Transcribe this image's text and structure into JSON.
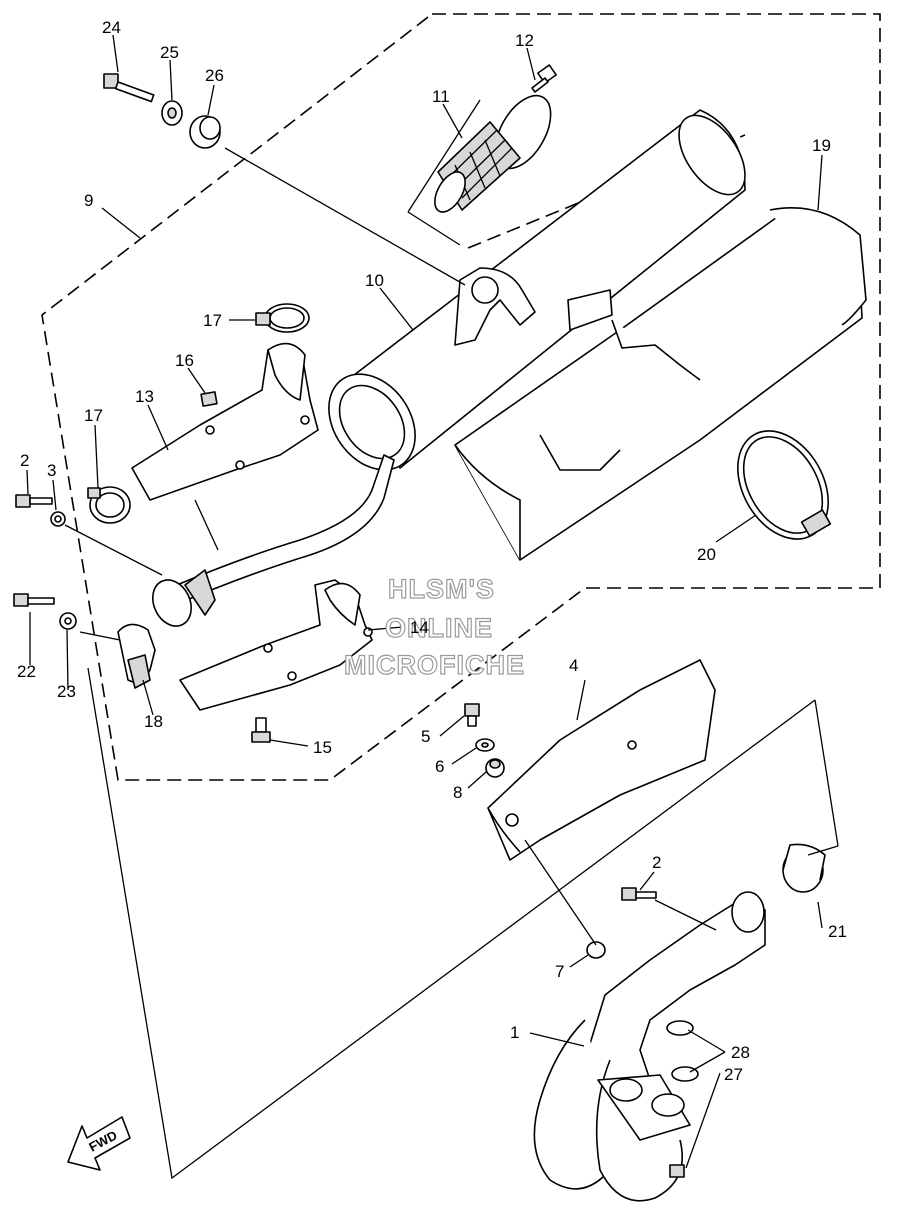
{
  "labels": {
    "p1": "1",
    "p2a": "2",
    "p2b": "2",
    "p3": "3",
    "p4": "4",
    "p5": "5",
    "p6": "6",
    "p7": "7",
    "p8": "8",
    "p9": "9",
    "p10": "10",
    "p11": "11",
    "p12": "12",
    "p13": "13",
    "p14": "14",
    "p15": "15",
    "p16": "16",
    "p17a": "17",
    "p17b": "17",
    "p18": "18",
    "p19": "19",
    "p20": "20",
    "p21": "21",
    "p22": "22",
    "p23": "23",
    "p24": "24",
    "p25": "25",
    "p26": "26",
    "p27": "27",
    "p28": "28"
  },
  "watermark": {
    "line1": "HLSM'S",
    "line2": "ONLINE",
    "line3": "MICROFICHE"
  },
  "fwd_arrow": {
    "text": "FWD"
  }
}
